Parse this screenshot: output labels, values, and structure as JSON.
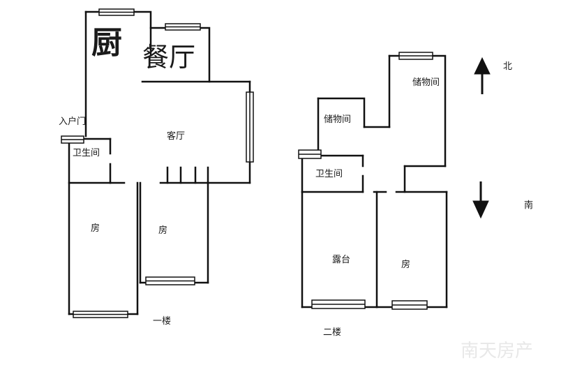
{
  "floor1": {
    "kitchen": "厨",
    "dining": "餐厅",
    "entrance": "入户门",
    "bathroom": "卫生间",
    "living": "客厅",
    "room_a": "房",
    "room_b": "房",
    "caption": "一楼"
  },
  "floor2": {
    "storage_a": "储物间",
    "storage_b": "储物间",
    "bathroom": "卫生间",
    "terrace": "露台",
    "room": "房",
    "caption": "二楼"
  },
  "compass": {
    "north": "北",
    "south": "南"
  },
  "watermark": "南天房产",
  "colors": {
    "wall": "#111111",
    "window_fill": "#ffffff",
    "text": "#1a1a1a",
    "watermark": "#e8e8e8"
  }
}
